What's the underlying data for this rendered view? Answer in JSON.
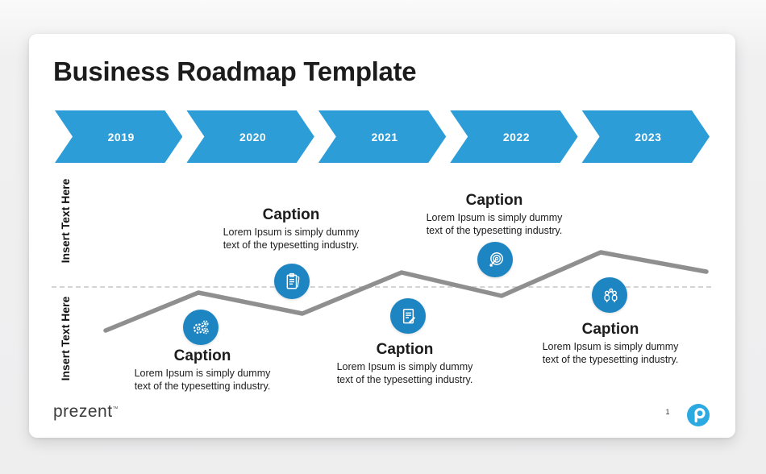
{
  "slide": {
    "title": "Business Roadmap Template",
    "page_number": "1",
    "brand": "prezent",
    "brand_tm": "™"
  },
  "timeline": {
    "years": [
      "2019",
      "2020",
      "2021",
      "2022",
      "2023"
    ]
  },
  "side_labels": {
    "upper": "Insert Text Here",
    "lower": "Insert Text Here"
  },
  "milestones": [
    {
      "icon": "gears-icon",
      "caption": "Caption",
      "desc_line1": "Lorem Ipsum is simply dummy",
      "desc_line2": "text of the typesetting industry.",
      "placement": "below-line"
    },
    {
      "icon": "clipboard-icon",
      "caption": "Caption",
      "desc_line1": "Lorem Ipsum is simply dummy",
      "desc_line2": "text of the typesetting industry.",
      "placement": "above-line"
    },
    {
      "icon": "document-pen-icon",
      "caption": "Caption",
      "desc_line1": "Lorem Ipsum is simply dummy",
      "desc_line2": "text of the typesetting industry.",
      "placement": "below-line"
    },
    {
      "icon": "target-arrow-icon",
      "caption": "Caption",
      "desc_line1": "Lorem Ipsum is simply dummy",
      "desc_line2": "text of the typesetting industry.",
      "placement": "above-line"
    },
    {
      "icon": "team-icon",
      "caption": "Caption",
      "desc_line1": "Lorem Ipsum is simply dummy",
      "desc_line2": "text of the typesetting industry.",
      "placement": "below-line"
    }
  ],
  "colors": {
    "arrow_blue": "#2d9dd8",
    "node_blue": "#1d85c1",
    "trend_gray": "#8f8f8f",
    "logo_blue": "#2ba9e1"
  }
}
